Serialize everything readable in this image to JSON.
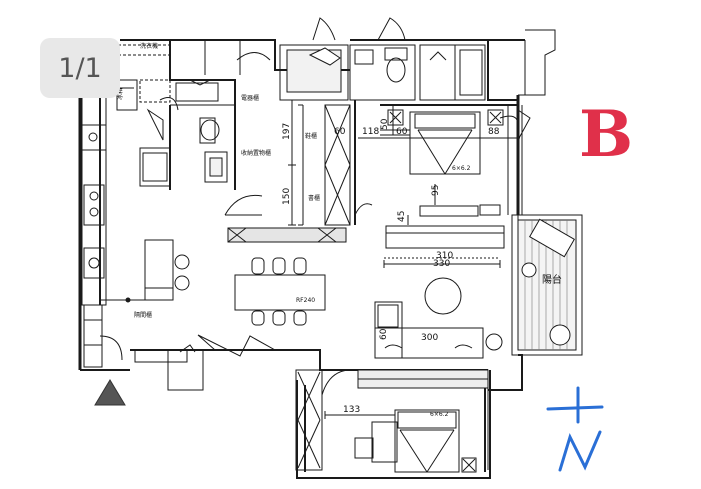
{
  "page_indicator": "1/1",
  "unit_label": "B",
  "unit_label_color": "#e0304a",
  "compass": {
    "label": "N",
    "color": "#2a6fd6"
  },
  "dimensions": {
    "d197": "197",
    "d150": "150",
    "d60a": "60",
    "d118": "118",
    "d60b": "60",
    "d50": "50",
    "d88": "88",
    "d95": "95",
    "d45": "45",
    "d310": "310",
    "d330": "330",
    "d300": "300",
    "d60c": "60",
    "d133": "133"
  },
  "bed_sizes": {
    "master": "6×6.2",
    "second": "6×6.2"
  },
  "room_labels": {
    "balcony": "陽台",
    "dining_table": "RF240",
    "fridge": "冰箱",
    "cabinet_tall": "電器櫃",
    "storage_a": "收納置物櫃",
    "storage_b": "書櫃",
    "storage_c": "鞋櫃",
    "storage_d": "隔間櫃",
    "laundry": "洗衣機"
  },
  "colors": {
    "line": "#1a1a1a",
    "wall": "#222222",
    "pale_fill": "#f2f2f2",
    "mark_triangle": "#555555"
  }
}
